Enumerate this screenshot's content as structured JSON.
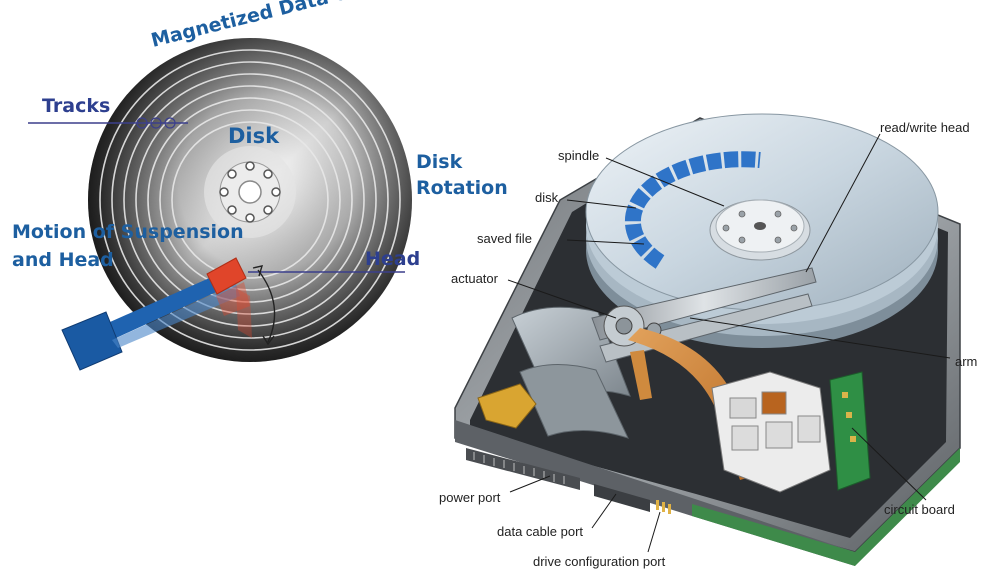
{
  "left_diagram": {
    "title": "Magnetized Data on disk",
    "tracks_label": "Tracks",
    "disk_label": "Disk",
    "rotation_label_line1": "Disk",
    "rotation_label_line2": "Rotation",
    "motion_label_line1": "Motion of Suspension",
    "motion_label_line2": "and Head",
    "head_label": "Head"
  },
  "right_diagram": {
    "labels": {
      "spindle": "spindle",
      "disk": "disk",
      "saved_file": "saved file",
      "actuator": "actuator",
      "read_write_head": "read/write head",
      "arm": "arm",
      "power_port": "power port",
      "data_cable_port": "data cable port",
      "drive_configuration_port": "drive configuration port",
      "circuit_board": "circuit board"
    }
  },
  "colors": {
    "label_blue": "#1d5fa0",
    "label_navy": "#2d3f8f",
    "arm_blue": "#1f63b0",
    "head_red": "#e0452a",
    "saved_file_blue": "#2f74c8"
  }
}
